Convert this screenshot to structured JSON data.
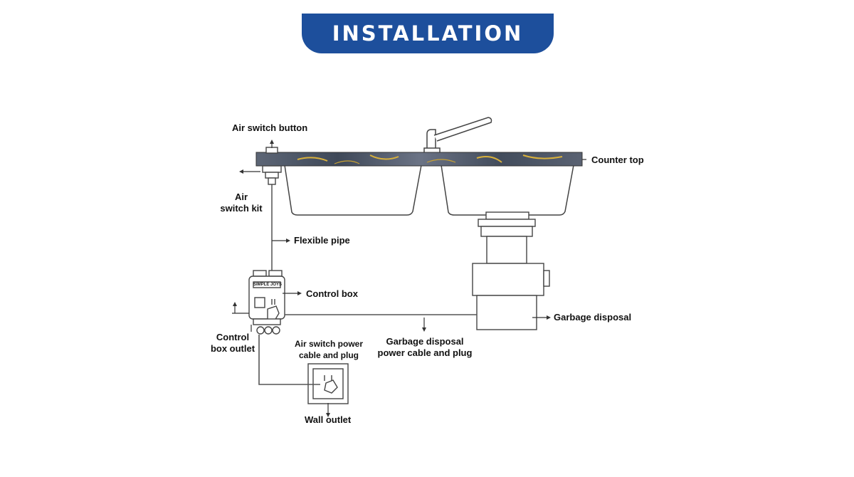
{
  "header": {
    "title": "INSTALLATION"
  },
  "colors": {
    "banner": "#1d4f9c",
    "counter_dark": "#4d5767",
    "counter_gold": "#d9b13c",
    "line": "#444444"
  },
  "labels": {
    "air_switch_button": "Air switch button",
    "counter_top": "Counter top",
    "air_switch_kit_l1": "Air",
    "air_switch_kit_l2": "switch kit",
    "flexible_pipe": "Flexible pipe",
    "control_box": "Control box",
    "garbage_disposal": "Garbage disposal",
    "control_box_outlet_l1": "Control",
    "control_box_outlet_l2": "box outlet",
    "air_switch_power_l1": "Air switch power",
    "air_switch_power_l2": "cable and plug",
    "gd_power_l1": "Garbage disposal",
    "gd_power_l2": "power cable and plug",
    "wall_outlet": "Wall outlet"
  },
  "control_box_brand": "SIMPLE JOYS"
}
